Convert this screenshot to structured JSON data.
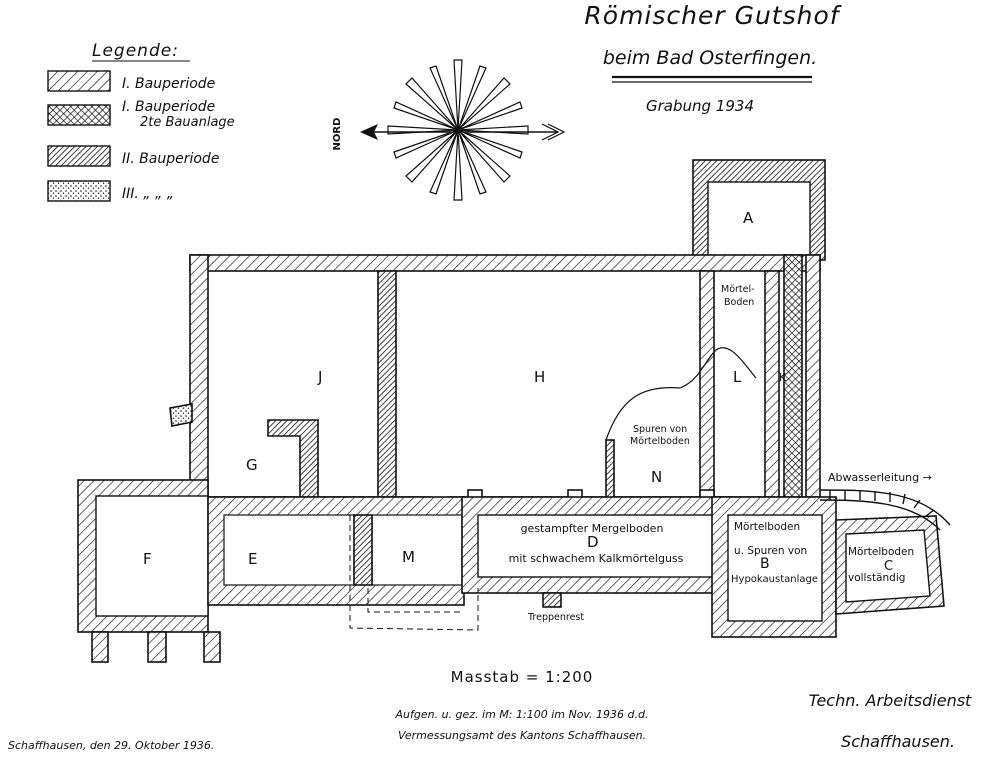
{
  "title": "Römischer Gutshof",
  "subtitle": "beim Bad Osterfingen.",
  "excavation": "Grabung 1934",
  "legend": {
    "heading": "Legende:",
    "items": [
      {
        "label": "I. Bauperiode",
        "pattern": "hatch-light"
      },
      {
        "label": "I. Bauperiode",
        "label2": "2te Bauanlage",
        "pattern": "crosshatch"
      },
      {
        "label": "II. Bauperiode",
        "pattern": "hatch-dense"
      },
      {
        "label": "III. „ „ „",
        "pattern": "stipple"
      }
    ]
  },
  "north_label": "NORD",
  "rooms": {
    "A": "A",
    "J": "J",
    "H": "H",
    "G": "G",
    "F": "F",
    "E": "E",
    "M": "M",
    "D": "D",
    "N": "N",
    "L": "L",
    "K": "K",
    "B": "B",
    "C": "C"
  },
  "annotations": {
    "moertel_boden_1": "Mörtel-",
    "moertel_boden_2": "Boden",
    "spuren_1": "Spuren von",
    "spuren_2": "Mörtelboden",
    "d_line1": "gestampfter Mergelboden",
    "d_line2": "mit schwachem Kalkmörtelguss",
    "b_line1": "Mörtelboden",
    "b_line2": "u. Spuren von",
    "b_line3": "Hypokaustanlage",
    "c_line1": "Mörtelboden",
    "c_line2": "vollständig",
    "abwasser": "Abwasserleitung →",
    "treppenrest": "Treppenrest"
  },
  "scale": "Masstab = 1:200",
  "credits": {
    "survey_1": "Aufgen. u. gez. im M: 1:100 im Nov. 1936 d.d.",
    "survey_2": "Vermessungsamt des Kantons Schaffhausen.",
    "place_date": "Schaffhausen, den 29. Oktober 1936.",
    "org_1": "Techn. Arbeitsdienst",
    "org_2": "Schaffhausen."
  },
  "colors": {
    "ink": "#111111",
    "paper": "#ffffff"
  }
}
